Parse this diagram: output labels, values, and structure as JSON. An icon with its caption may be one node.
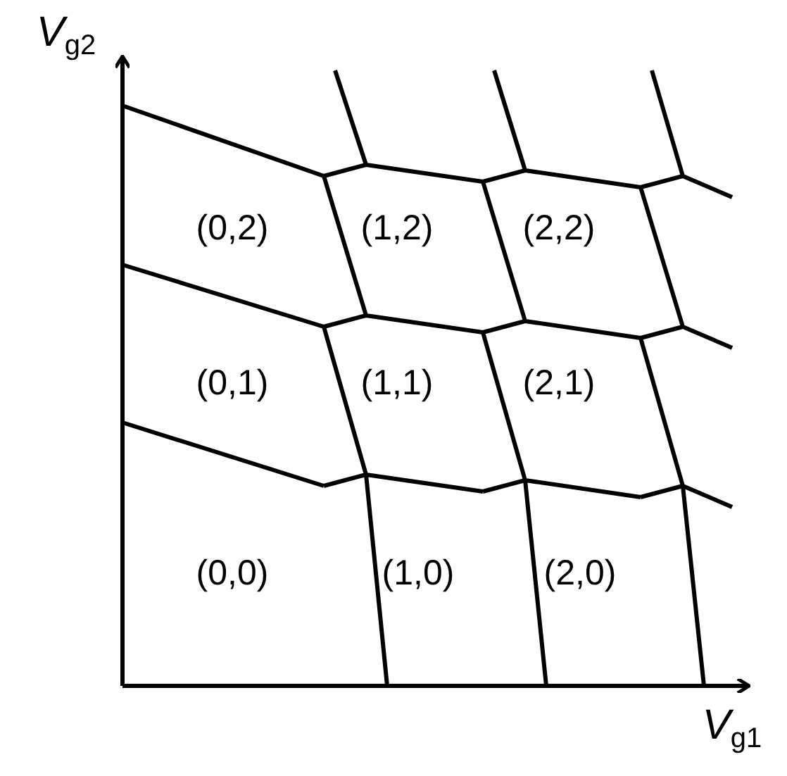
{
  "diagram": {
    "labels": [
      "*V*$_{g2}$",
      "(0,2)",
      "(1,2)",
      "(2,2)",
      "(0,1)",
      "(1,1)",
      "(2,1)",
      "(0,0)",
      "(1,0)",
      "(2,0)",
      "*V*$_{g1}$"
    ]
  }
}
